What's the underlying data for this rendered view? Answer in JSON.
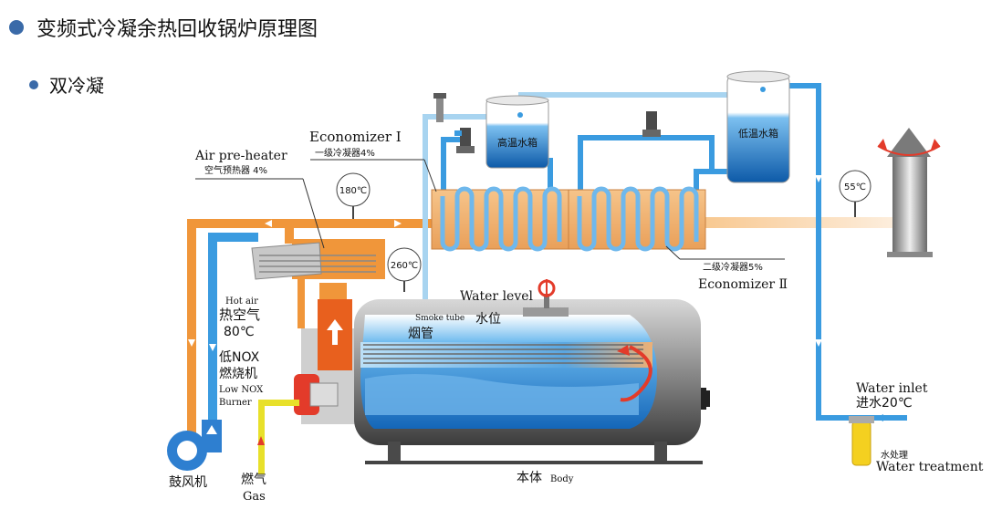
{
  "title": "变频式冷凝余热回收锅炉原理图",
  "subtitle": "双冷凝",
  "labels": {
    "economizer1_en": "Economizer Ⅰ",
    "economizer1_cn": "一级冷凝器4%",
    "air_preheater_en": "Air pre-heater",
    "air_preheater_cn": "空气预热器 4%",
    "economizer2_cn": "二级冷凝器5%",
    "economizer2_en": "Economizer Ⅱ",
    "high_tank": "高温水箱",
    "low_tank": "低温水箱",
    "temp_180": "180℃",
    "temp_260": "260℃",
    "temp_55": "55℃",
    "water_level_en": "Water level",
    "water_level_cn": "水位",
    "smoke_tube_en": "Smoke tube",
    "smoke_tube_cn": "烟管",
    "hot_air_en": "Hot air",
    "hot_air_cn": "热空气",
    "hot_air_temp": "80℃",
    "low_nox_cn1": "低NOX",
    "low_nox_cn2": "燃烧机",
    "low_nox_en1": "Low NOX",
    "low_nox_en2": "Burner",
    "blower_cn": "鼓风机",
    "gas_cn": "燃气",
    "gas_en": "Gas",
    "body_cn": "本体",
    "body_en": "Body",
    "water_inlet_en": "Water inlet",
    "water_inlet_cn": "进水20℃",
    "water_treat_cn": "水处理",
    "water_treat_en": "Water treatment"
  },
  "colors": {
    "flue_orange": "#f0963a",
    "water_blue": "#3a9be0",
    "light_blue": "#a8d4f0",
    "tank_blue": "#1e6fc0",
    "burner_red": "#e33b2a",
    "gas_yellow": "#e8e02a"
  }
}
